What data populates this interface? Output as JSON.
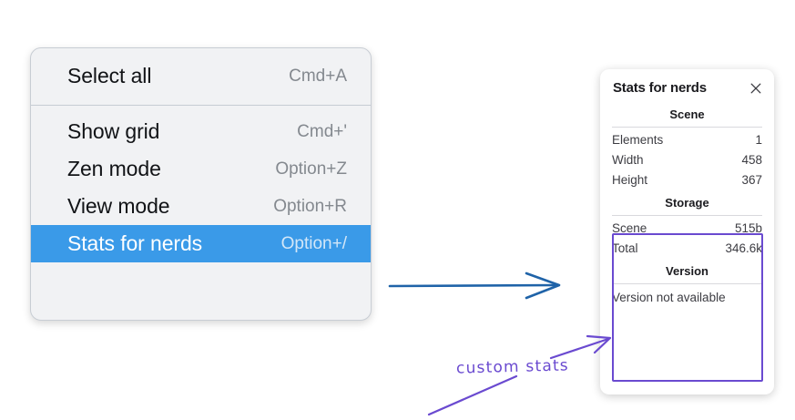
{
  "context_menu": {
    "groups": [
      {
        "items": [
          {
            "label": "Select all",
            "shortcut": "Cmd+A",
            "selected": false
          }
        ]
      },
      {
        "items": [
          {
            "label": "Show grid",
            "shortcut": "Cmd+'",
            "selected": false
          },
          {
            "label": "Zen mode",
            "shortcut": "Option+Z",
            "selected": false
          },
          {
            "label": "View mode",
            "shortcut": "Option+R",
            "selected": false
          },
          {
            "label": "Stats for nerds",
            "shortcut": "Option+/",
            "selected": true
          }
        ]
      }
    ],
    "highlight_color": "#3a9ae8"
  },
  "stats_panel": {
    "title": "Stats for nerds",
    "close_icon": "close-icon",
    "sections": [
      {
        "title": "Scene",
        "rows": [
          {
            "key": "Elements",
            "value": "1"
          },
          {
            "key": "Width",
            "value": "458"
          },
          {
            "key": "Height",
            "value": "367"
          }
        ]
      },
      {
        "title": "Storage",
        "rows": [
          {
            "key": "Scene",
            "value": "515b"
          },
          {
            "key": "Total",
            "value": "346.6k"
          }
        ]
      },
      {
        "title": "Version",
        "text": "Version not available"
      }
    ]
  },
  "annotations": {
    "label": "custom stats",
    "label_color": "#6a4ad0",
    "arrow_color": "#1f63a8",
    "highlight_box_color": "#6a4ad0"
  }
}
